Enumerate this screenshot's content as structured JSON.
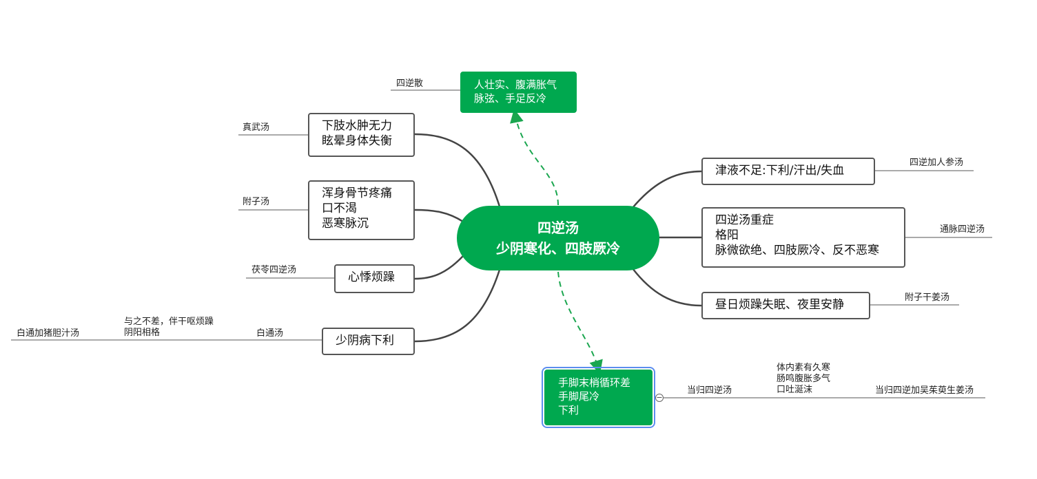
{
  "center": {
    "lines": [
      "四逆汤",
      "少阴寒化、四肢厥冷"
    ]
  },
  "related": {
    "top": {
      "lines": [
        "人壮实、腹满胀气",
        "脉弦、手足反冷"
      ],
      "label": "四逆散"
    },
    "bottom": {
      "lines": [
        "手脚末梢循环差",
        "手脚尾冷",
        "下利"
      ],
      "label1": "当归四逆汤",
      "label2_lines": [
        "体内素有久寒",
        "肠鸣腹胀多气",
        "口吐涎沫"
      ],
      "label3": "当归四逆加吴茱萸生姜汤"
    }
  },
  "left": [
    {
      "lines": [
        "下肢水肿无力",
        "眩晕身体失衡"
      ],
      "label": "真武汤"
    },
    {
      "lines": [
        "浑身骨节疼痛",
        "口不渴",
        "恶寒脉沉"
      ],
      "label": "附子汤"
    },
    {
      "lines": [
        "心悸烦躁"
      ],
      "label": "茯苓四逆汤"
    },
    {
      "lines": [
        "少阴病下利"
      ],
      "label": "白通汤",
      "sub_lines": [
        "与之不差，伴干呕烦躁",
        "阴阳相格"
      ],
      "sub_label": "白通加猪胆汁汤"
    }
  ],
  "right": [
    {
      "lines": [
        "津液不足:下利/汗出/失血"
      ],
      "label": "四逆加人参汤"
    },
    {
      "lines": [
        "四逆汤重症",
        "格阳",
        "脉微欲绝、四肢厥冷、反不恶寒"
      ],
      "label": "通脉四逆汤"
    },
    {
      "lines": [
        "昼日烦躁失眠、夜里安静"
      ],
      "label": "附子干姜汤"
    }
  ],
  "collapse_symbol": "−",
  "colors": {
    "green": "#00a84f",
    "branch": "#444444",
    "dash": "#1aa64f",
    "select": "#5b8def"
  }
}
